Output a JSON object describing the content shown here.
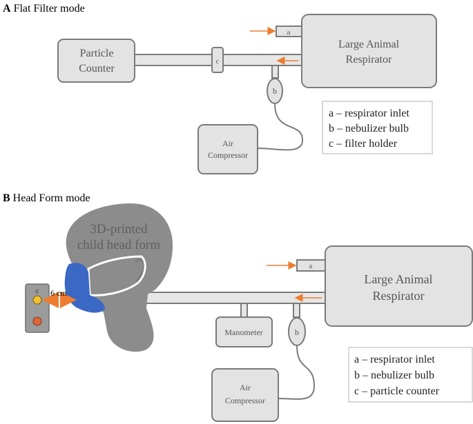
{
  "panel_a": {
    "letter": "A",
    "title": "Flat Filter mode",
    "particle_counter": [
      "Particle",
      "Counter"
    ],
    "respirator": [
      "Large Animal",
      "Respirator"
    ],
    "air_compressor": [
      "Air",
      "Compressor"
    ],
    "label_a": "a",
    "label_b": "b",
    "label_c": "c",
    "legend": [
      "a – respirator inlet",
      "b – nebulizer bulb",
      "c – filter holder"
    ]
  },
  "panel_b": {
    "letter": "B",
    "title": "Head Form mode",
    "head_form": [
      "3D-printed",
      "child head form"
    ],
    "respirator": [
      "Large Animal",
      "Respirator"
    ],
    "manometer": "Manometer",
    "air_compressor": [
      "Air",
      "Compressor"
    ],
    "label_a": "a",
    "label_b": "b",
    "label_c": "c",
    "distance": "6 cm",
    "legend": [
      "a – respirator inlet",
      "b – nebulizer bulb",
      "c – particle counter"
    ]
  },
  "colors": {
    "arrow": "#ed7d31",
    "mask": "#3b68c4",
    "head": "#8c8c8c",
    "box_fill": "#e3e3e3",
    "sensor_yellow": "#f2c12e",
    "sensor_orange": "#e0663a"
  }
}
